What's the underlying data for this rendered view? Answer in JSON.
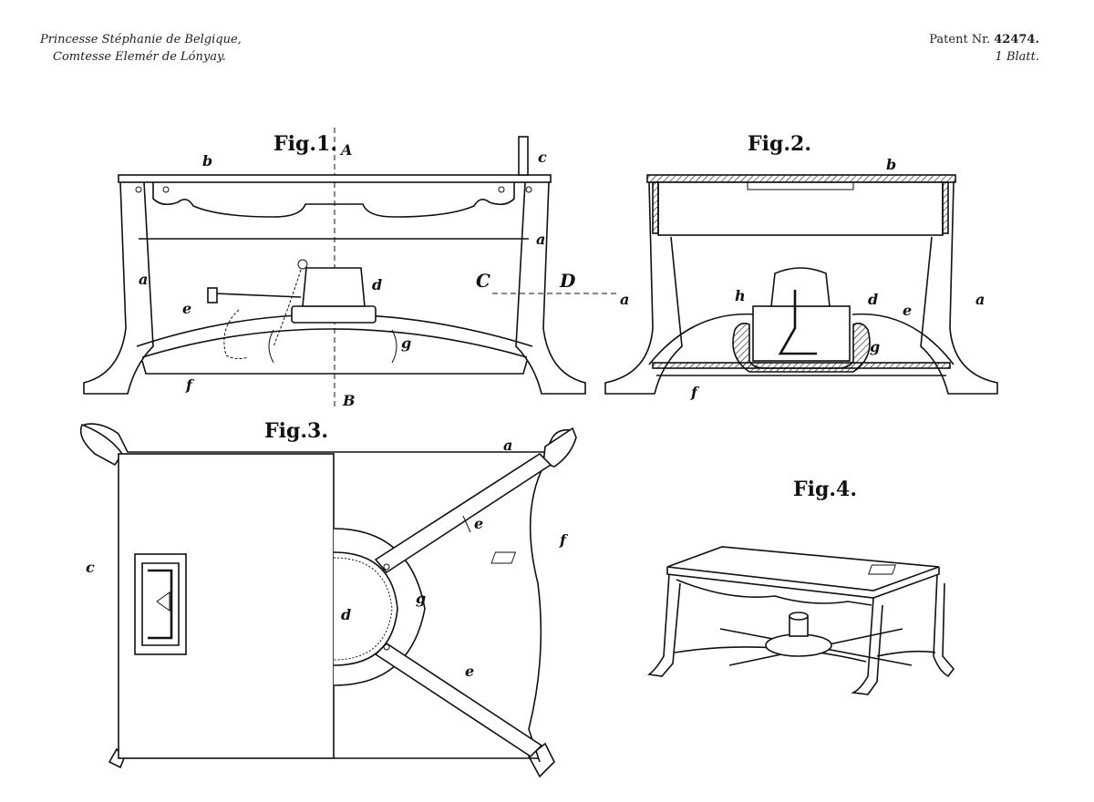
{
  "header": {
    "left_line1": "Princesse Stéphanie de Belgique,",
    "left_line2": "Comtesse Elemér de Lónyay.",
    "right_line1_prefix": "Patent Nr.",
    "right_number": "42474.",
    "right_line2": "1 Blatt."
  },
  "figures": {
    "fig1": {
      "title": "Fig.1.",
      "section_top": "A",
      "section_bottom": "B",
      "section_left": "C",
      "section_right": "D",
      "labels": {
        "a1": "a",
        "a2": "a",
        "b": "b",
        "c": "c",
        "d": "d",
        "e": "e",
        "f": "f",
        "g": "g"
      }
    },
    "fig2": {
      "title": "Fig.2.",
      "labels": {
        "a1": "a",
        "a2": "a",
        "b": "b",
        "d": "d",
        "e": "e",
        "f": "f",
        "g": "g",
        "h": "h"
      }
    },
    "fig3": {
      "title": "Fig.3.",
      "labels": {
        "a": "a",
        "c": "c",
        "d": "d",
        "e1": "e",
        "e2": "e",
        "f": "f",
        "g": "g"
      }
    },
    "fig4": {
      "title": "Fig.4."
    }
  }
}
